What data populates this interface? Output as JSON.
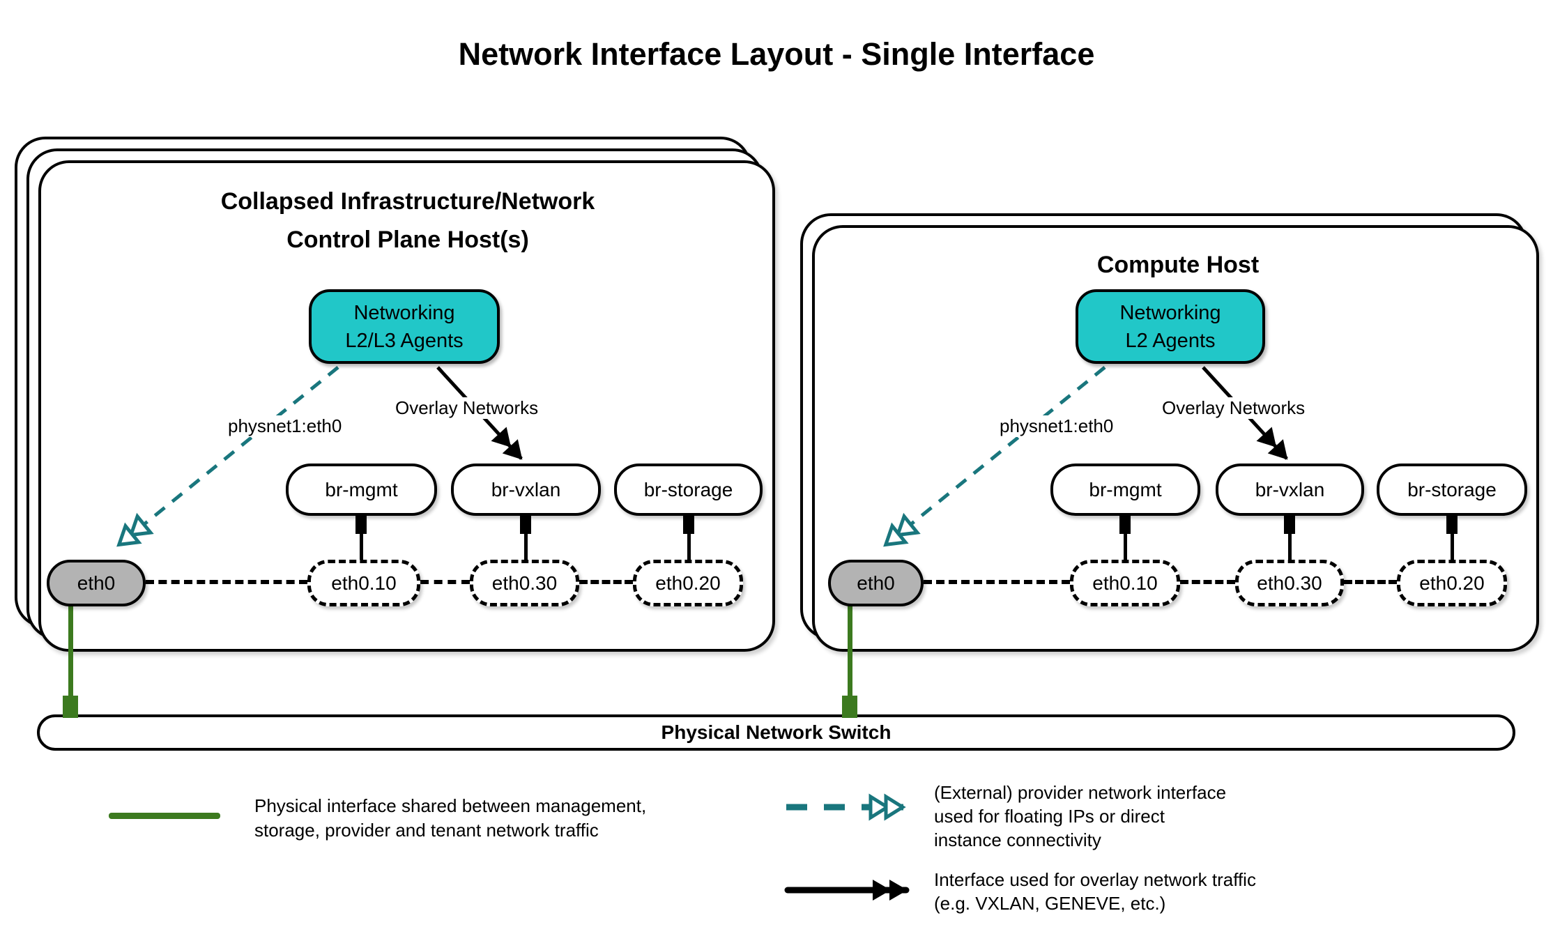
{
  "title": "Network Interface Layout - Single Interface",
  "colors": {
    "agent_fill": "#21c7c8",
    "provider_arrow_teal": "#19767d",
    "physical_green": "#3c7a1f",
    "interface_gray": "#b3b3b3",
    "outline_black": "#000000"
  },
  "hosts": [
    {
      "title_lines": [
        "Collapsed Infrastructure/Network",
        "Control Plane Host(s)"
      ],
      "agent_lines": [
        "Networking",
        "L2/L3 Agents"
      ],
      "provider_label": "physnet1:eth0",
      "overlay_label": "Overlay Networks",
      "bridges": [
        "br-mgmt",
        "br-vxlan",
        "br-storage"
      ],
      "phys_interface": "eth0",
      "vlan_interfaces": [
        "eth0.10",
        "eth0.30",
        "eth0.20"
      ]
    },
    {
      "title_lines": [
        "Compute Host"
      ],
      "agent_lines": [
        "Networking",
        "L2 Agents"
      ],
      "provider_label": "physnet1:eth0",
      "overlay_label": "Overlay Networks",
      "bridges": [
        "br-mgmt",
        "br-vxlan",
        "br-storage"
      ],
      "phys_interface": "eth0",
      "vlan_interfaces": [
        "eth0.10",
        "eth0.30",
        "eth0.20"
      ]
    }
  ],
  "switch_label": "Physical Network Switch",
  "legend": {
    "physical": {
      "lines": [
        "Physical interface shared between management,",
        "storage, provider and tenant network traffic"
      ]
    },
    "provider": {
      "lines": [
        "(External) provider network interface",
        "used for floating IPs or direct",
        "instance connectivity"
      ]
    },
    "overlay": {
      "lines": [
        "Interface used for overlay network traffic",
        "(e.g. VXLAN, GENEVE, etc.)"
      ]
    }
  }
}
